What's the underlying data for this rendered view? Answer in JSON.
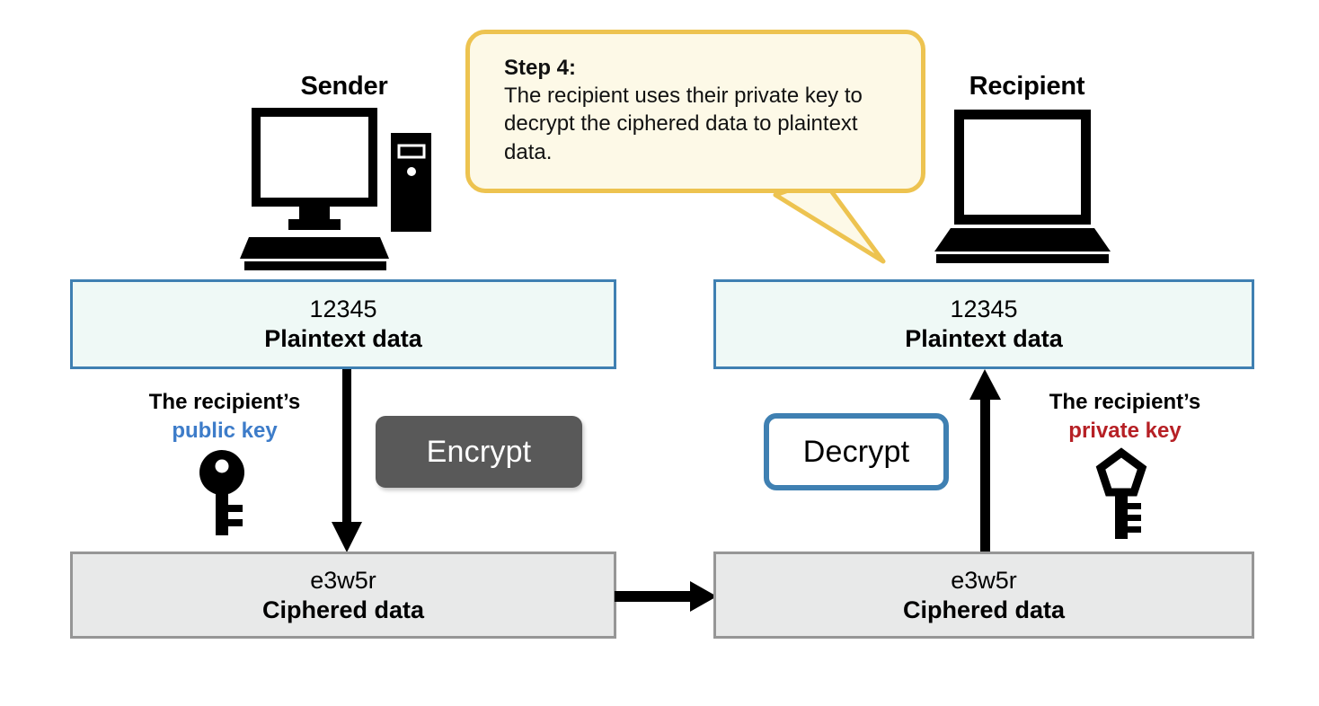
{
  "endpoints": {
    "sender": {
      "label": "Sender",
      "icon": "desktop-computer-icon"
    },
    "recipient": {
      "label": "Recipient",
      "icon": "laptop-computer-icon"
    }
  },
  "callout": {
    "title": "Step 4:",
    "body": "The recipient uses their private key to decrypt the ciphered data to plaintext data."
  },
  "boxes": {
    "sender_plaintext": {
      "value": "12345",
      "caption": "Plaintext data"
    },
    "recipient_plaintext": {
      "value": "12345",
      "caption": "Plaintext data"
    },
    "sender_ciphered": {
      "value": "e3w5r",
      "caption": "Ciphered data"
    },
    "recipient_ciphered": {
      "value": "e3w5r",
      "caption": "Ciphered data"
    }
  },
  "actions": {
    "encrypt": {
      "label": "Encrypt"
    },
    "decrypt": {
      "label": "Decrypt"
    }
  },
  "keys": {
    "public": {
      "owner": "The recipient’s",
      "kind": "public key",
      "icon": "round-key-icon"
    },
    "private": {
      "owner": "The recipient’s",
      "kind": "private key",
      "icon": "pentagon-key-icon"
    }
  },
  "arrows": {
    "encrypt_down": "arrow-down-icon",
    "transfer_right": "arrow-right-icon",
    "decrypt_up": "arrow-up-icon"
  },
  "colors": {
    "plaintext_fill": "#eff9f6",
    "plaintext_border": "#3f80b2",
    "ciphered_fill": "#e8e9e9",
    "ciphered_border": "#969696",
    "encrypt_fill": "#595959",
    "decrypt_border": "#3f80b2",
    "callout_fill": "#fdf9e7",
    "callout_border": "#edc350",
    "public_key_text": "#3d7cc9",
    "private_key_text": "#b62025",
    "arrow": "#000000"
  }
}
